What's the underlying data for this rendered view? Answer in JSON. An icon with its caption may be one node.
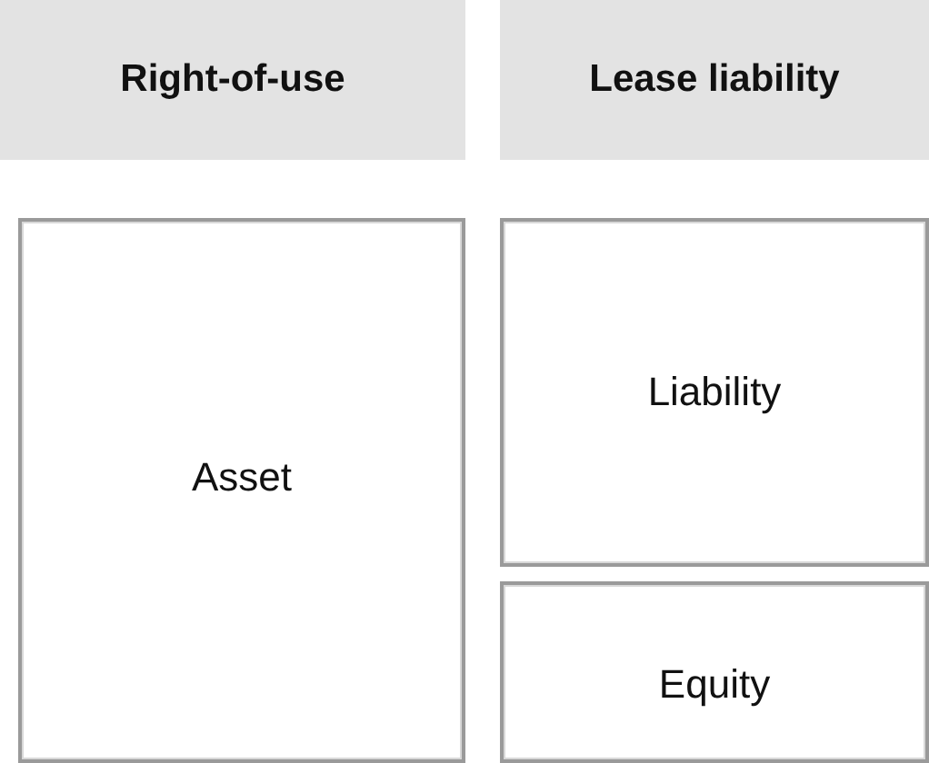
{
  "diagram": {
    "nodes": [
      {
        "text": [
          "Right-of-use"
        ]
      },
      {
        "text": [
          "Lease liability"
        ]
      },
      {
        "text": [
          "Asset"
        ]
      },
      {
        "text": [
          "Liability"
        ]
      },
      {
        "text": [
          "Equity"
        ]
      }
    ]
  }
}
